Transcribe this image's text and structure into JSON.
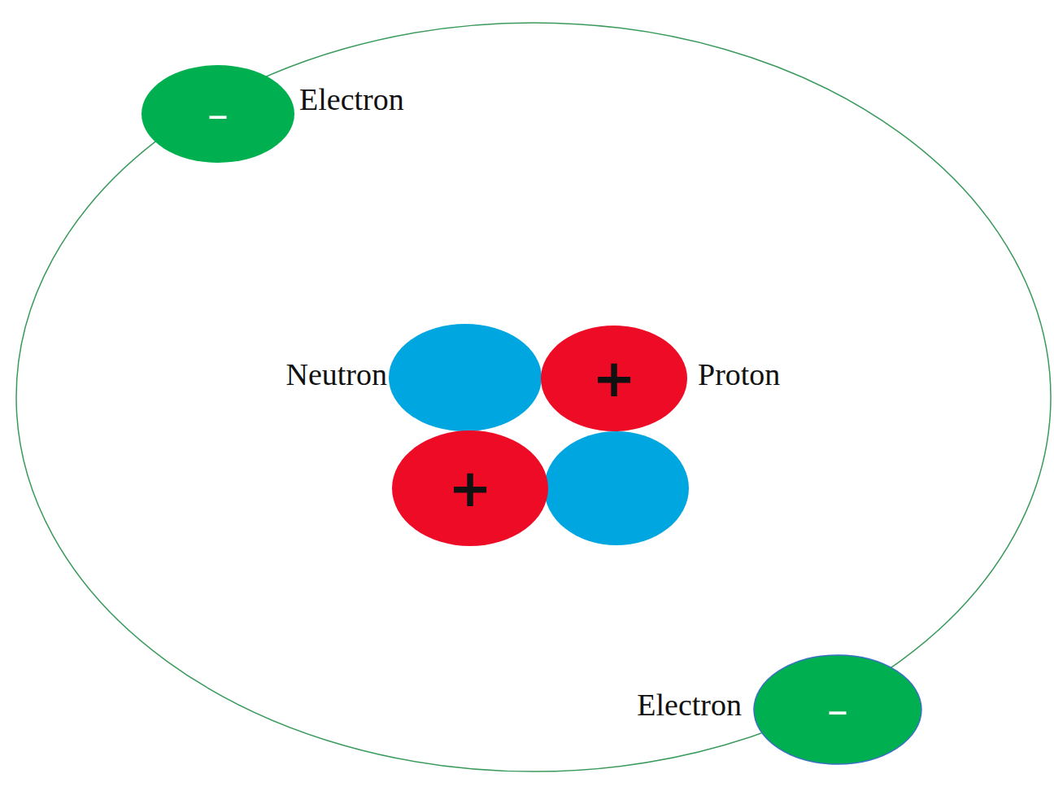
{
  "diagram": {
    "nodes": [
      {
        "text": [
          "–"
        ]
      },
      {
        "text": [
          "+"
        ]
      },
      {
        "text": [
          "+"
        ]
      },
      {
        "text": [
          "–"
        ]
      }
    ],
    "labels": [
      "Electron",
      "Neutron",
      "Proton",
      "Electron"
    ]
  }
}
